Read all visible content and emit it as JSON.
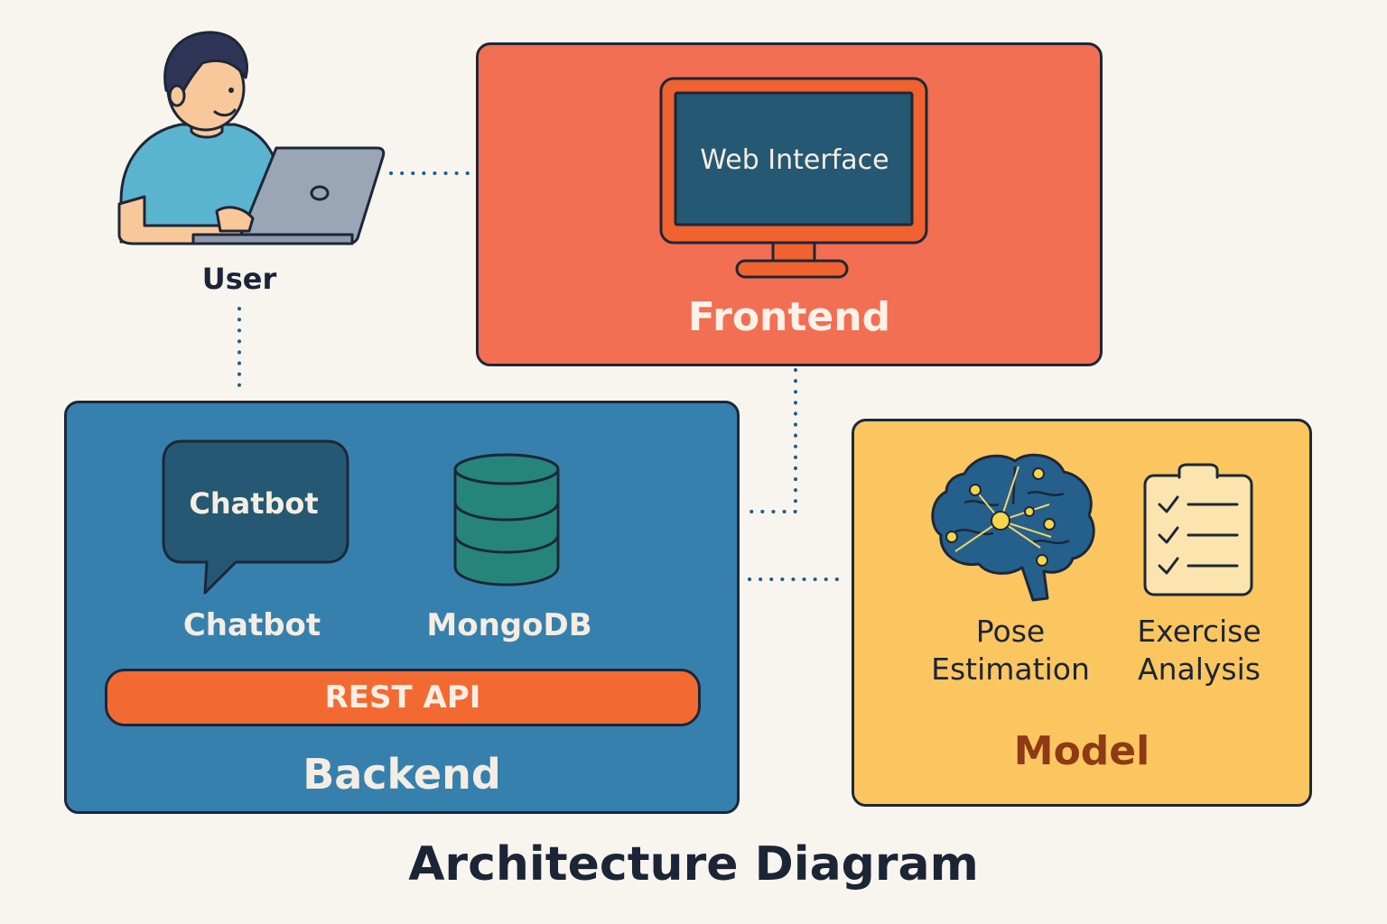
{
  "title": "Architecture Diagram",
  "user": {
    "label": "User"
  },
  "frontend": {
    "title": "Frontend",
    "screen_text": "Web Interface"
  },
  "backend": {
    "title": "Backend",
    "chatbot_bubble": "Chatbot",
    "chatbot_caption": "Chatbot",
    "db_caption": "MongoDB",
    "api_bar": "REST API"
  },
  "model": {
    "title": "Model",
    "pose_line1": "Pose",
    "pose_line2": "Estimation",
    "exercise_line1": "Exercise",
    "exercise_line2": "Analysis"
  },
  "connections": [
    {
      "from": "User",
      "to": "Frontend",
      "style": "dotted"
    },
    {
      "from": "User",
      "to": "Backend",
      "style": "dotted"
    },
    {
      "from": "Frontend",
      "to": "Backend",
      "style": "dotted"
    },
    {
      "from": "Backend",
      "to": "Model",
      "style": "dotted"
    }
  ],
  "colors": {
    "background": "#f8f5ef",
    "frontend": "#f26f53",
    "backend": "#3680ae",
    "model": "#fbc660",
    "api_bar": "#f26a32",
    "outline": "#1d2738",
    "connector": "#1f5f8a"
  },
  "icons": [
    "user-at-laptop-icon",
    "monitor-icon",
    "chat-bubble-icon",
    "database-icon",
    "brain-icon",
    "checklist-icon"
  ]
}
